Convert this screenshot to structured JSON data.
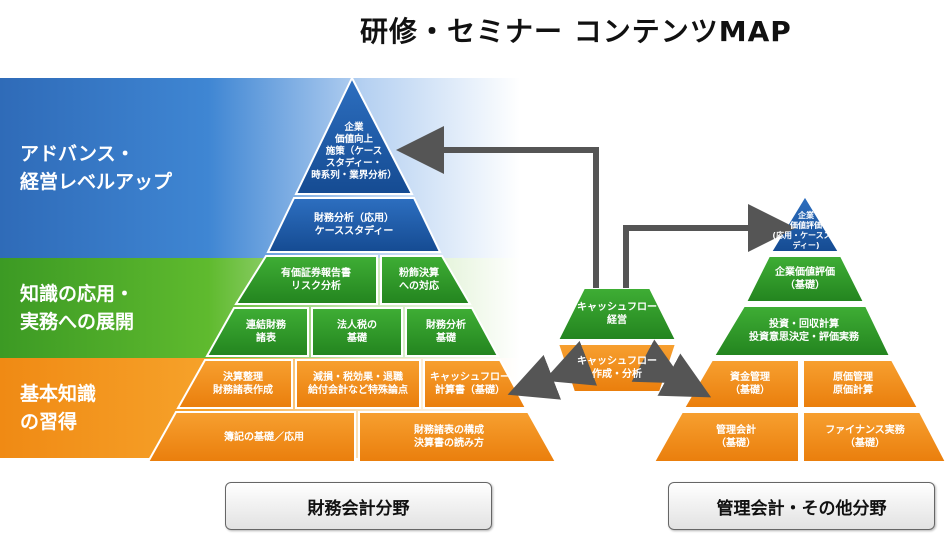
{
  "title": "研修・セミナー コンテンツMAP",
  "bands": {
    "advanced": "アドバンス・\n経営レベルアップ",
    "applied": "知識の応用・\n実務への展開",
    "basic": "基本知識\nの習得"
  },
  "finance_pyramid": {
    "apex": "企業\n価値向上\n施策（ケース\nスタディー・\n時系列・業界分析）",
    "analysis_applied": "財務分析（応用）\nケーススタディー",
    "securities_report": "有価証券報告書\nリスク分析",
    "window_dressing": "粉飾決算\nへの対応",
    "consolidated": "連結財務\n諸表",
    "corporate_tax": "法人税の\n基礎",
    "analysis_basic": "財務分析\n基礎",
    "closing": "決算整理\n財務諸表作成",
    "depreciation": "減損・税効果・退職\n給付会計など特殊論点",
    "cashflow_statement": "キャッシュフロー\n計算書（基礎）",
    "bookkeeping": "簿記の基礎／応用",
    "statement_structure": "財務諸表の構成\n決算書の読み方"
  },
  "cashflow_center": {
    "management": "キャッシュフロー\n経営",
    "creation": "キャッシュフロー\n作成・分析"
  },
  "management_pyramid": {
    "apex": "企業\n価値評価\n(応用・ケーススタディー)",
    "valuation_basic": "企業価値評価\n（基礎）",
    "investment": "投資・回収計算\n投資意思決定・評価実務",
    "funds": "資金管理\n（基礎）",
    "cost": "原価管理\n原価計算",
    "mgmt_accounting": "管理会計\n（基礎）",
    "finance_practice": "ファイナンス実務\n（基礎）"
  },
  "fields": {
    "finance": "財務会計分野",
    "management": "管理会計・その他分野"
  },
  "colors": {
    "blue": "#1c5aa8",
    "green": "#2f9a2a",
    "orange": "#f08a14",
    "arrow": "#555555"
  }
}
